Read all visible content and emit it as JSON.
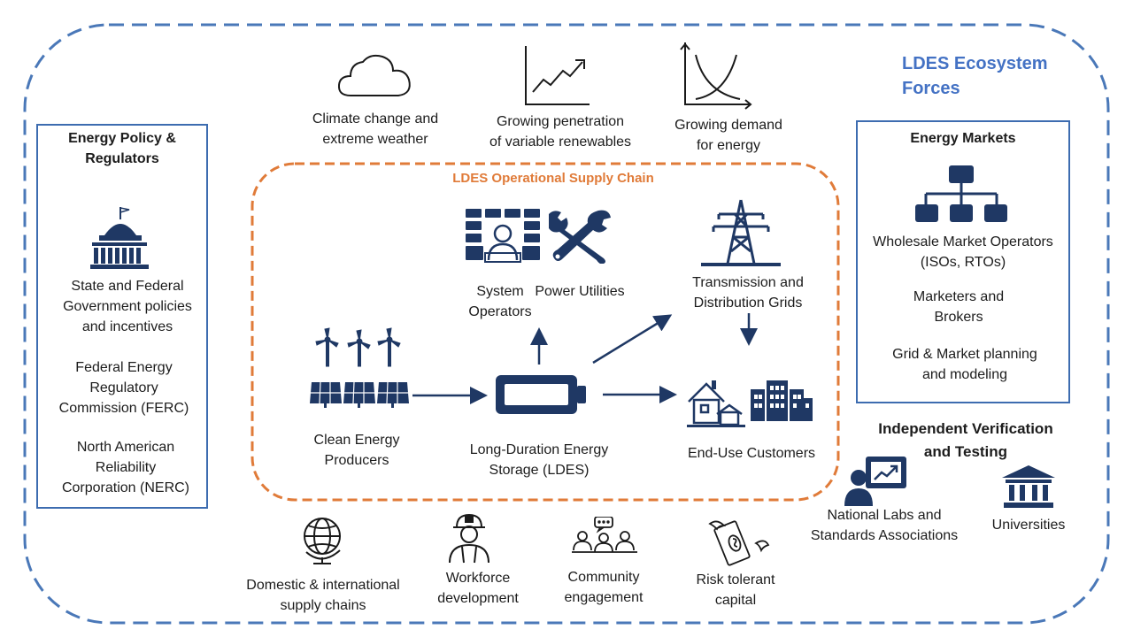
{
  "ecosystem_title": [
    "LDES Ecosystem",
    "Forces"
  ],
  "supply_chain_title": "LDES Operational Supply Chain",
  "left_panel": {
    "title": [
      "Energy Policy &",
      "Regulators"
    ],
    "items": [
      [
        "State and Federal",
        "Government policies",
        "and incentives"
      ],
      [
        "Federal Energy",
        "Regulatory",
        "Commission (FERC)"
      ],
      [
        "North American",
        "Reliability",
        "Corporation (NERC)"
      ]
    ]
  },
  "right_panel": {
    "title": "Energy Markets",
    "items": [
      [
        "Wholesale Market Operators",
        "(ISOs, RTOs)"
      ],
      [
        "Marketers and",
        "Brokers"
      ],
      [
        "Grid & Market planning",
        "and modeling"
      ]
    ]
  },
  "top_forces": [
    {
      "label": [
        "Climate change and",
        "extreme weather"
      ],
      "icon": "cloud-icon"
    },
    {
      "label": [
        "Growing penetration",
        "of variable renewables"
      ],
      "icon": "growth-chart-icon"
    },
    {
      "label": [
        "Growing demand",
        "for energy"
      ],
      "icon": "demand-curve-icon"
    }
  ],
  "supply_chain": {
    "system_operators": [
      "System",
      "Operators"
    ],
    "power_utilities": "Power Utilities",
    "transmission": [
      "Transmission and",
      "Distribution Grids"
    ],
    "producers": [
      "Clean Energy",
      "Producers"
    ],
    "ldes": [
      "Long-Duration Energy",
      "Storage (LDES)"
    ],
    "customers": "End-Use Customers"
  },
  "verification": {
    "title": [
      "Independent Verification",
      "and Testing"
    ],
    "national_labs": [
      "National Labs and",
      "Standards Associations"
    ],
    "universities": "Universities"
  },
  "bottom_forces": [
    {
      "label": [
        "Domestic & international",
        "supply chains"
      ],
      "icon": "globe-icon"
    },
    {
      "label": [
        "Workforce",
        "development"
      ],
      "icon": "worker-icon"
    },
    {
      "label": [
        "Community",
        "engagement"
      ],
      "icon": "community-icon"
    },
    {
      "label": [
        "Risk tolerant",
        "capital"
      ],
      "icon": "flying-money-icon"
    }
  ],
  "colors": {
    "navy": "#1f3864",
    "outer_dash": "#4a78b8",
    "panel_border": "#3d6cb0",
    "orange_dash": "#e07b39",
    "title_blue": "#4472c4"
  }
}
